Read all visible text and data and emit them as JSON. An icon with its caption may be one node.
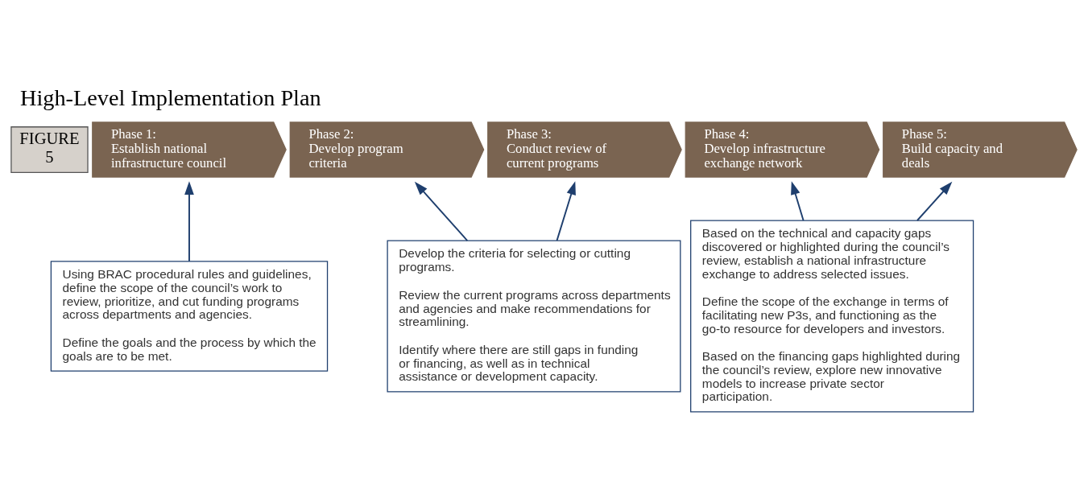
{
  "diagram": {
    "title": "High-Level Implementation Plan",
    "nodes": [
      {
        "text": [
          "Phase 1:",
          "Establish national infrastructure council"
        ]
      },
      {
        "text": [
          "Phase 2:",
          "Develop program criteria"
        ]
      },
      {
        "text": [
          "Phase 3:",
          "Conduct review of current programs"
        ]
      },
      {
        "text": [
          "Phase 4:",
          "Develop infrastructure exchange network"
        ]
      },
      {
        "text": [
          "Phase 5:",
          "Build capacity and deals"
        ]
      },
      {
        "text": [
          "Using BRAC procedural rules and guidelines, define the scope of the council’s work to review, prioritize, and cut funding programs across departments and agencies.",
          "Define the goals and the process by which the goals are to be met."
        ]
      },
      {
        "text": [
          "Develop the criteria for selecting or cutting programs.",
          "Review the current programs across departments and agencies and make recommendations for streamlining.",
          "Identify where there are still gaps in funding or financing, as well as in technical assistance or development capacity."
        ]
      },
      {
        "text": [
          "Based on the technical and capacity gaps discovered or highlighted during the council’s review, establish a national infrastructure exchange to address selected issues.",
          "Define the scope of the exchange in terms of facilitating new P3s, and functioning as the go-to resource for developers and investors.",
          "Based on the financing gaps highlighted during the council’s review, explore new innovative models to increase private sector participation."
        ]
      }
    ],
    "edges": [
      {
        "from": 5,
        "to": 0,
        "arrow": "to"
      },
      {
        "from": 6,
        "to": 1,
        "arrow": "to"
      },
      {
        "from": 6,
        "to": 2,
        "arrow": "to"
      },
      {
        "from": 7,
        "to": 3,
        "arrow": "to"
      },
      {
        "from": 7,
        "to": 4,
        "arrow": "to"
      }
    ],
    "labels": [
      "FIGURE",
      "5"
    ]
  }
}
